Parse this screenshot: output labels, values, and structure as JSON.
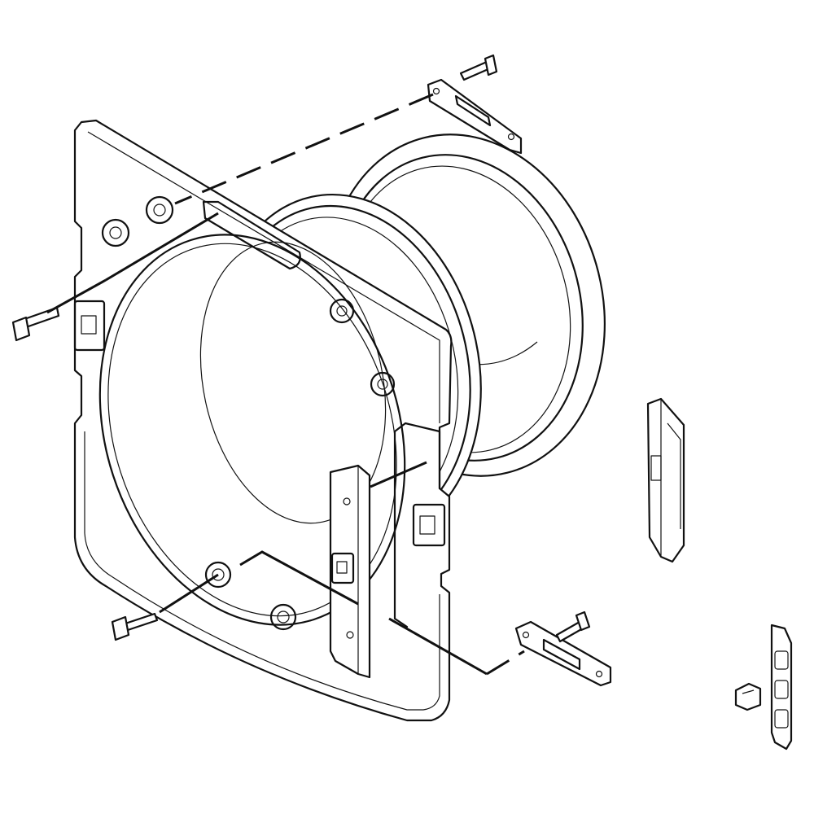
{
  "diagram": {
    "type": "exploded-parts-diagram",
    "line_color": "#111111",
    "background": "#ffffff",
    "parts": [
      {
        "id": "front-panel",
        "icon": "front-panel-frame"
      },
      {
        "id": "door-ring-gasket",
        "icon": "door-gasket"
      },
      {
        "id": "drum-front-bulkhead",
        "icon": "drum-bulkhead"
      },
      {
        "id": "upper-hinge-bracket",
        "icon": "hinge-bracket"
      },
      {
        "id": "lower-hinge-bracket",
        "icon": "hinge-bracket"
      },
      {
        "id": "latch-plate",
        "icon": "latch-plate"
      },
      {
        "id": "latch-assembly",
        "icon": "latch-assembly"
      },
      {
        "id": "strike-assembly",
        "icon": "strike-assembly"
      },
      {
        "id": "strike-clip",
        "icon": "strike-clip"
      },
      {
        "id": "screw",
        "icon": "screw",
        "count": 4
      }
    ]
  }
}
